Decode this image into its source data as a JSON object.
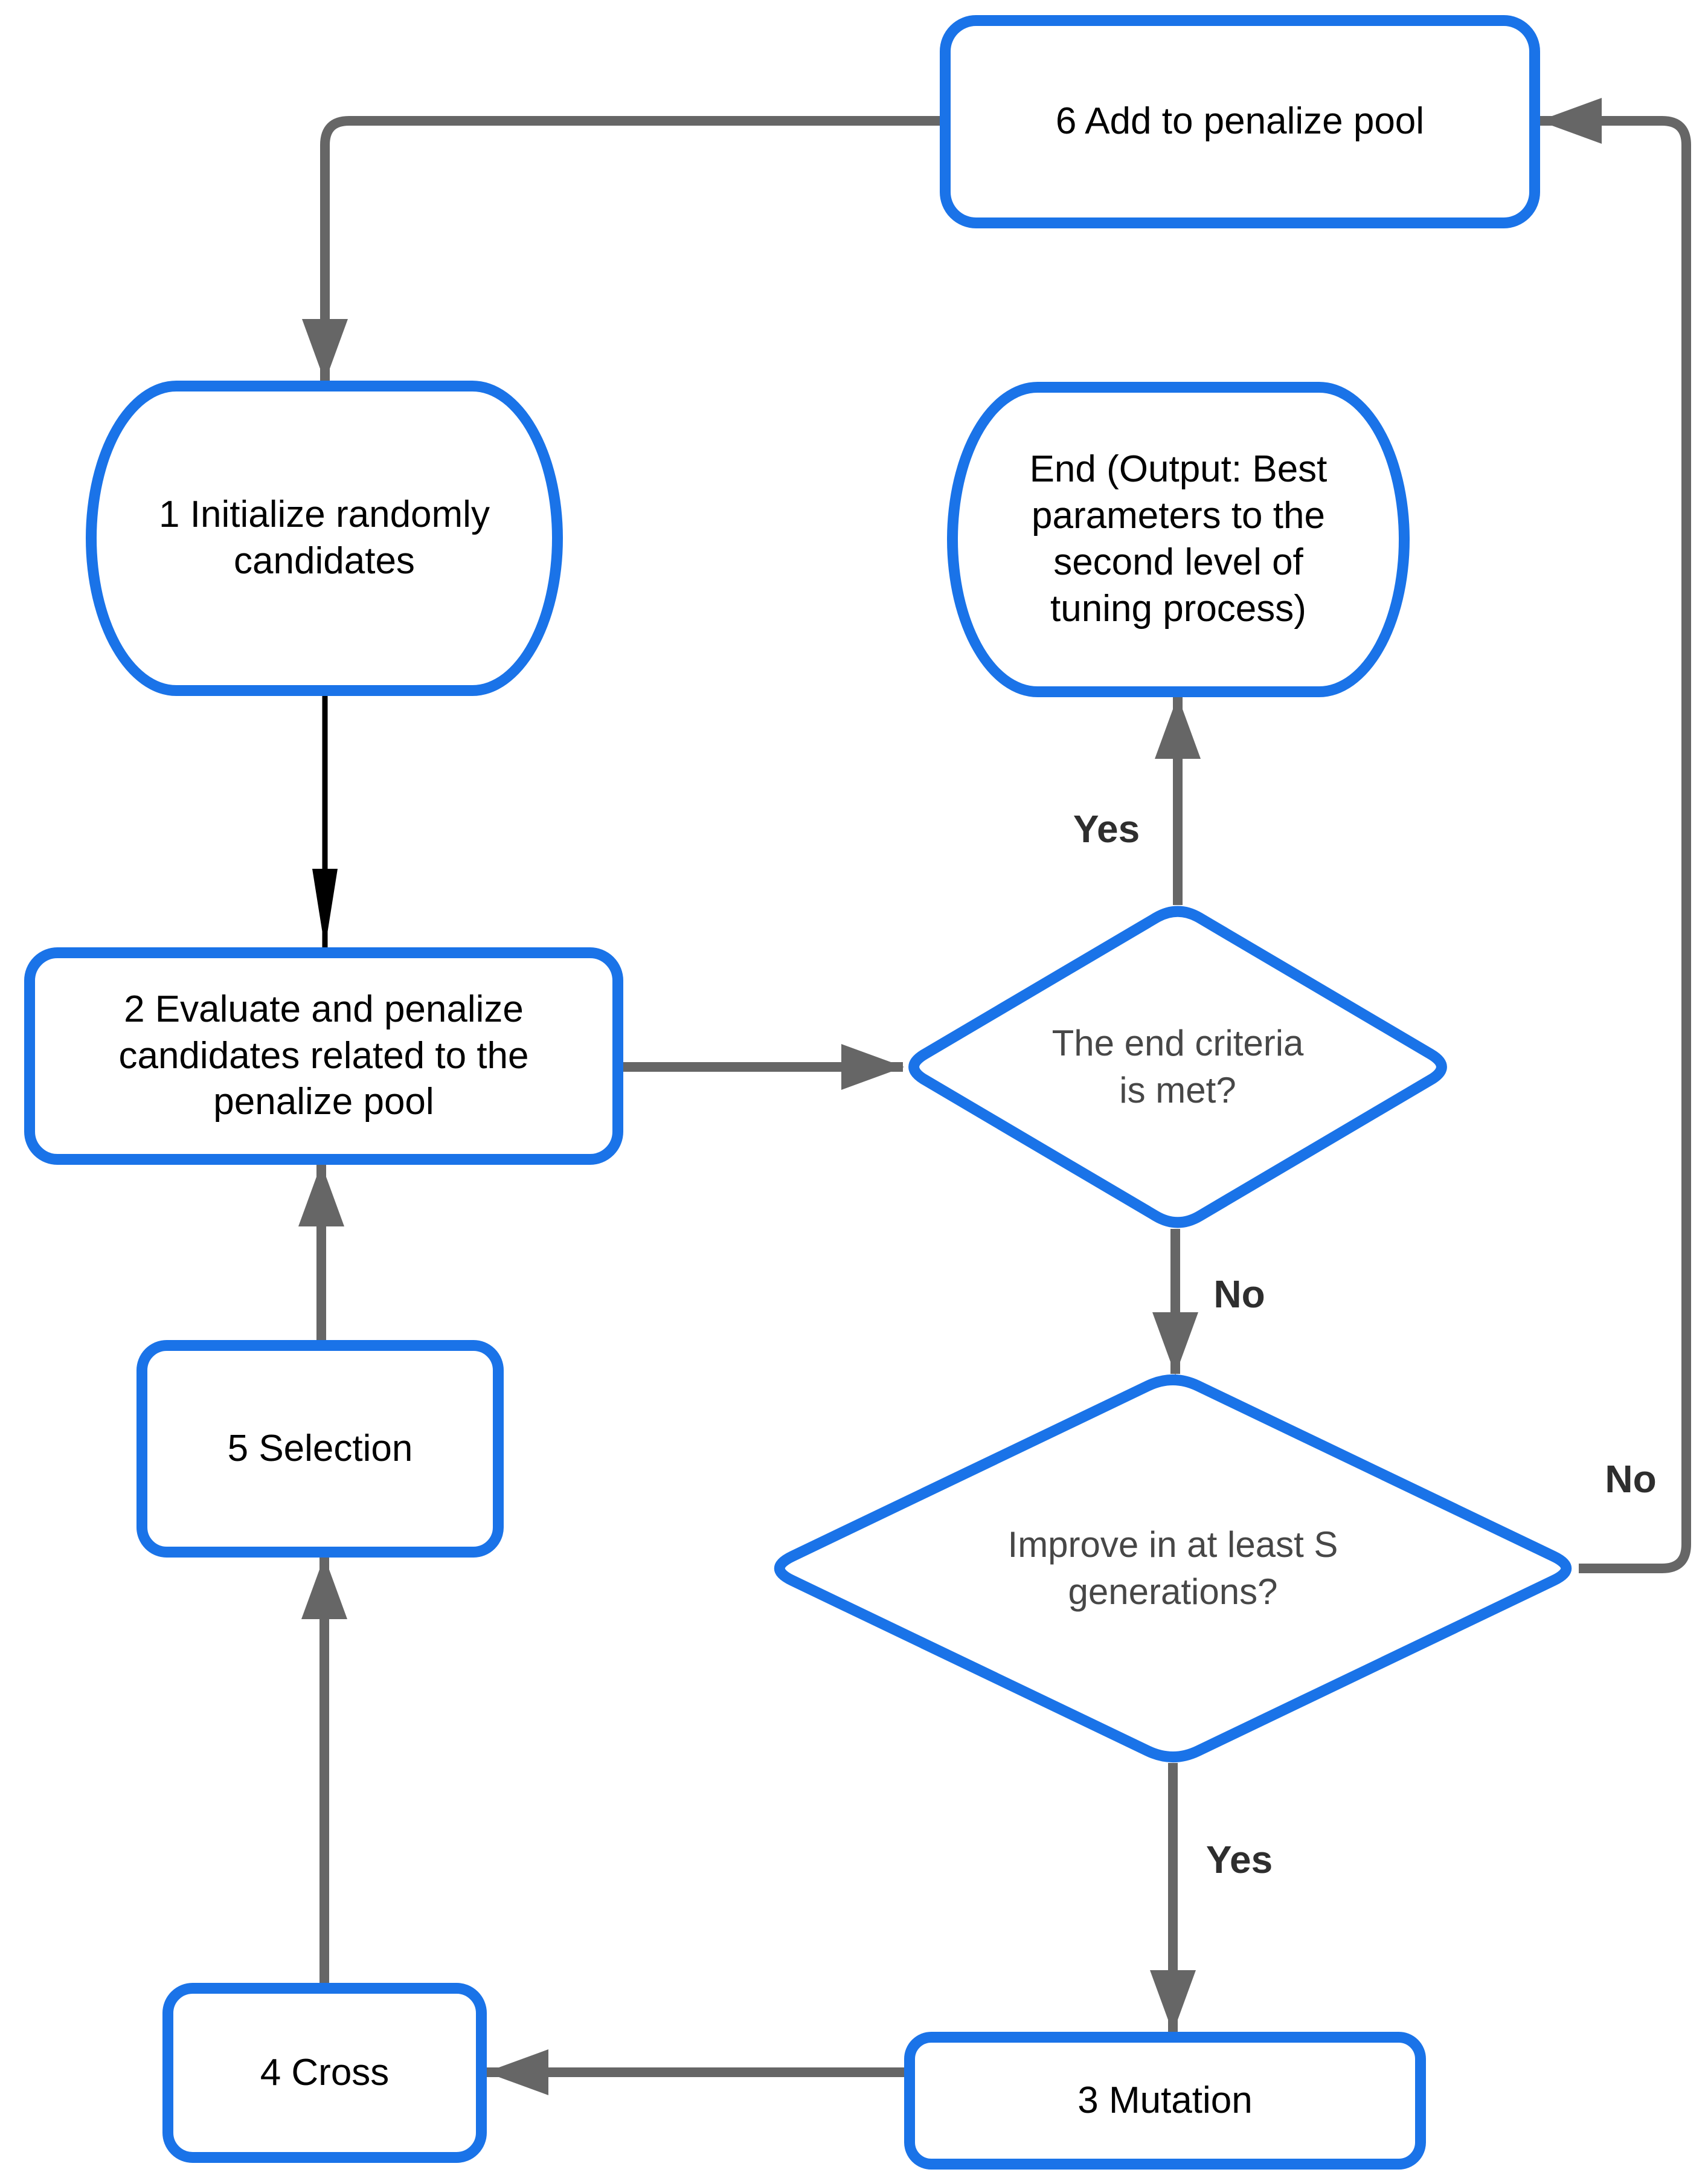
{
  "diagram": {
    "type": "flowchart",
    "background": "#ffffff",
    "colors": {
      "node_border": "#1a73e8",
      "node_fill": "#ffffff",
      "node_text": "#000000",
      "decision_text": "#474747",
      "arrow": "#666666",
      "black_arrow": "#000000",
      "edge_label_text": "#2e2e2e"
    },
    "nodes": {
      "add_to_pool": {
        "shape": "rounded-rectangle",
        "lines": [
          "6 Add to penalize pool"
        ]
      },
      "initialize": {
        "shape": "stadium",
        "lines": [
          "1 Initialize randomly",
          "candidates"
        ]
      },
      "end_output": {
        "shape": "stadium",
        "lines": [
          "End (Output: Best",
          "parameters to the",
          "second level of",
          "tuning process)"
        ]
      },
      "evaluate": {
        "shape": "rounded-rectangle",
        "lines": [
          "2 Evaluate and penalize",
          "candidates related to the",
          "penalize pool"
        ]
      },
      "end_criteria": {
        "shape": "decision-diamond",
        "lines": [
          "The end criteria",
          "is met?"
        ]
      },
      "selection": {
        "shape": "rounded-rectangle",
        "lines": [
          "5 Selection"
        ]
      },
      "improve": {
        "shape": "decision-diamond",
        "lines": [
          "Improve in at least S",
          "generations?"
        ]
      },
      "cross": {
        "shape": "rounded-rectangle",
        "lines": [
          "4 Cross"
        ]
      },
      "mutation": {
        "shape": "rounded-rectangle",
        "lines": [
          "3 Mutation"
        ]
      }
    },
    "edges": [
      {
        "from": "add_to_pool",
        "to": "initialize",
        "label": ""
      },
      {
        "from": "initialize",
        "to": "evaluate",
        "label": ""
      },
      {
        "from": "evaluate",
        "to": "end_criteria",
        "label": ""
      },
      {
        "from": "end_criteria",
        "to": "end_output",
        "label": "Yes"
      },
      {
        "from": "end_criteria",
        "to": "improve",
        "label": "No"
      },
      {
        "from": "improve",
        "to": "add_to_pool",
        "label": "No"
      },
      {
        "from": "improve",
        "to": "mutation",
        "label": "Yes"
      },
      {
        "from": "mutation",
        "to": "cross",
        "label": ""
      },
      {
        "from": "cross",
        "to": "selection",
        "label": ""
      },
      {
        "from": "selection",
        "to": "evaluate",
        "label": ""
      }
    ]
  }
}
